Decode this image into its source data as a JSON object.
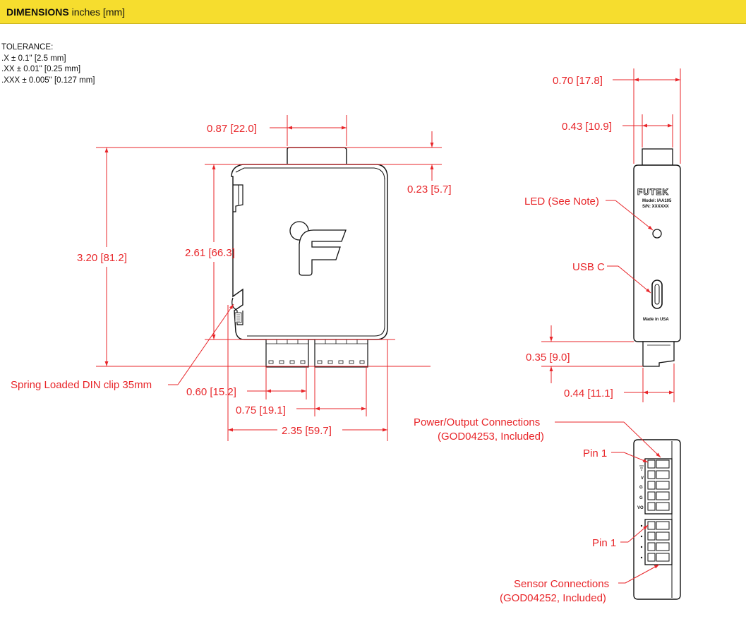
{
  "header": {
    "title": "DIMENSIONS",
    "units": "inches [mm]"
  },
  "tolerance": {
    "title": "TOLERANCE:",
    "lines": [
      ".X ± 0.1\" [2.5 mm]",
      ".XX ± 0.01\" [0.25 mm]",
      ".XXX ± 0.005\" [0.127 mm]"
    ]
  },
  "front_view": {
    "dims": {
      "top_tab_width": "0.87 [22.0]",
      "top_tab_height": "0.23 [5.7]",
      "overall_height": "3.20 [81.2]",
      "body_height": "2.61 [66.3]",
      "terminal_pitch": "0.60 [15.2]",
      "terminal_span": "0.75 [19.1]",
      "overall_width": "2.35 [59.7]"
    },
    "callouts": {
      "din_clip": "Spring Loaded DIN clip 35mm"
    },
    "logo_letter": "F"
  },
  "side_view": {
    "dims": {
      "overall_depth": "0.70 [17.8]",
      "tab_depth": "0.43 [10.9]",
      "connector_height": "0.35 [9.0]",
      "connector_depth": "0.44 [11.1]"
    },
    "callouts": {
      "led": "LED (See Note)",
      "usb": "USB C"
    },
    "brand": "FUTEK",
    "model": "Model: IAA105",
    "serial": "S/N: XXXXXX",
    "made_in": "Made in USA"
  },
  "bottom_view": {
    "callouts": {
      "power_line1": "Power/Output Connections",
      "power_line2": "(GOD04253, Included)",
      "pin1_top": "Pin 1",
      "pin1_bottom": "Pin 1",
      "sensor_line1": "Sensor Connections",
      "sensor_line2": "(GOD04252, Included)"
    },
    "pin_marks": {
      "vo": "VO",
      "g1": "G",
      "g2": "G",
      "v": "V"
    }
  },
  "colors": {
    "header": "#f6dd2e",
    "dimension": "#e8262a",
    "outline": "#111111"
  }
}
